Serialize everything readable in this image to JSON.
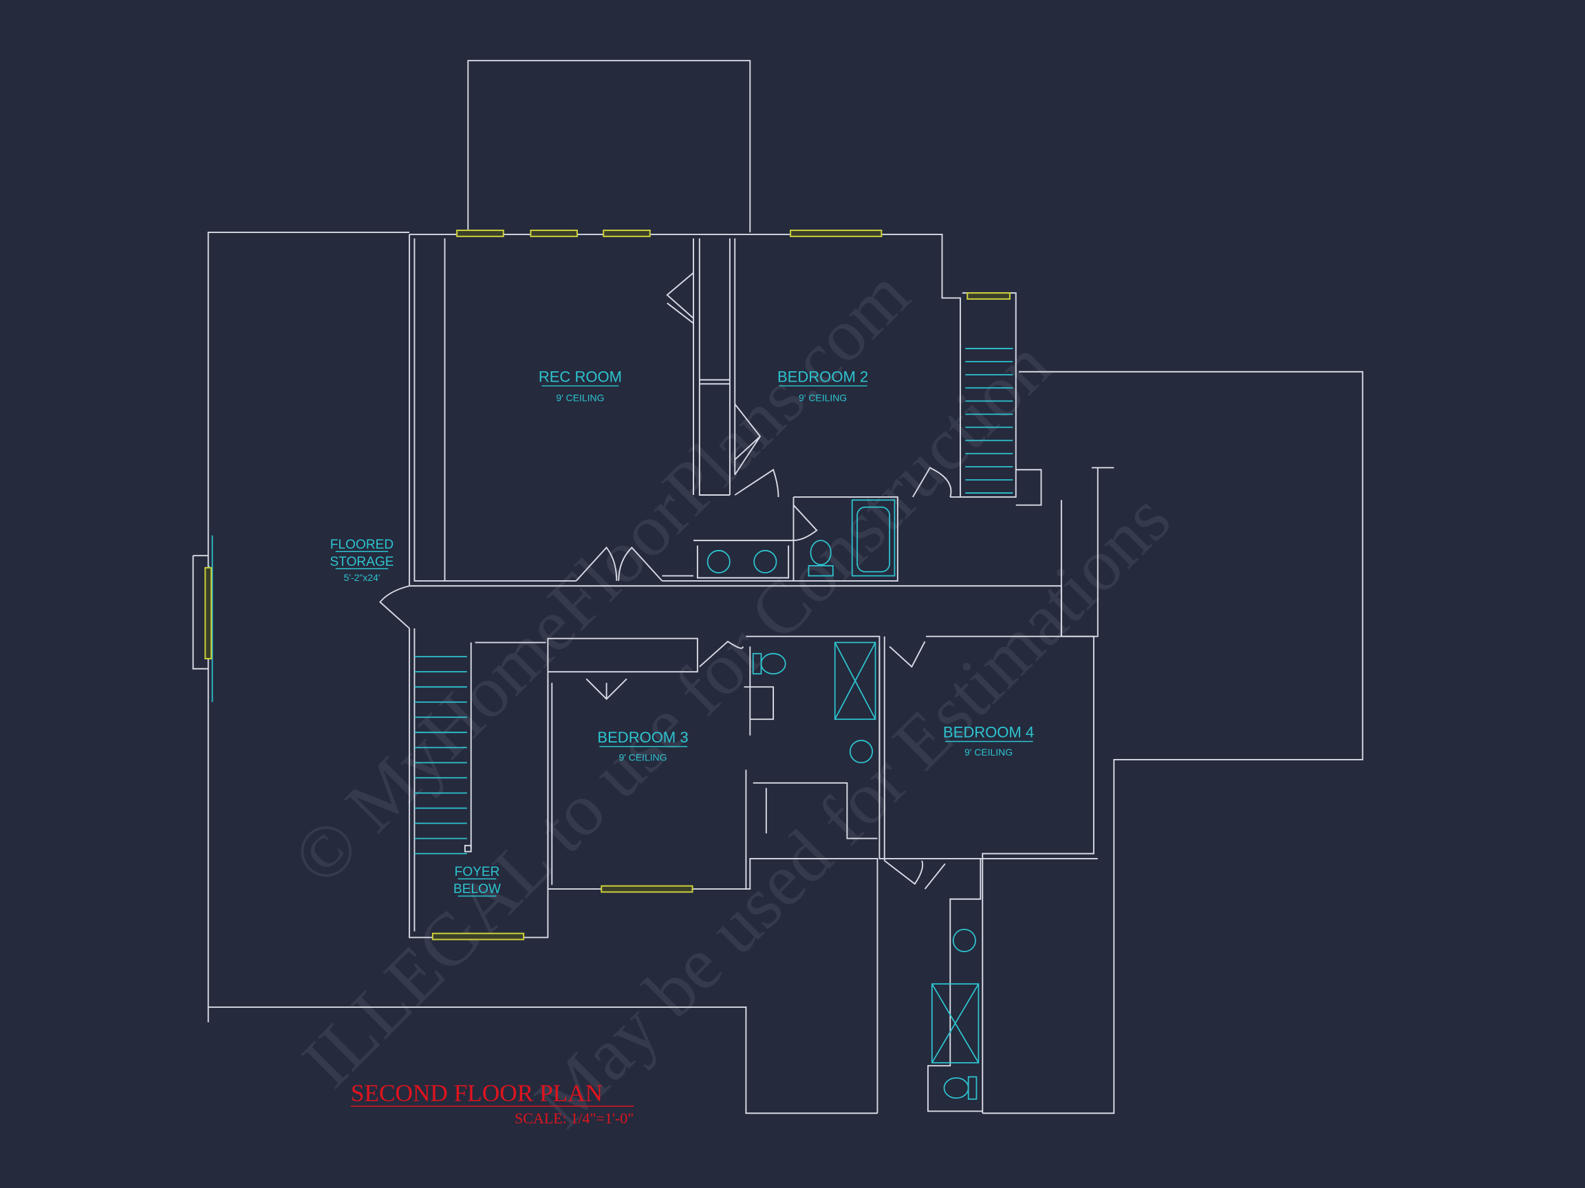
{
  "plan": {
    "title": "SECOND FLOOR PLAN",
    "scale": "SCALE: 1/4\"=1'-0\"",
    "colors": {
      "background": "#252a3d",
      "walls": "#d9dce6",
      "fixtures": "#2ec4cf",
      "windows": "#c9cd3a",
      "title": "#e0141e"
    },
    "rooms": [
      {
        "name": "REC ROOM",
        "ceiling": "9' CEILING"
      },
      {
        "name": "BEDROOM 2",
        "ceiling": "9' CEILING"
      },
      {
        "name": "BEDROOM 3",
        "ceiling": "9' CEILING"
      },
      {
        "name": "BEDROOM 4",
        "ceiling": "9' CEILING"
      }
    ],
    "storage": {
      "line1": "FLOORED",
      "line2": "STORAGE",
      "size": "5'-2\"x24'"
    },
    "foyer": {
      "line1": "FOYER",
      "line2": "BELOW"
    }
  },
  "watermark": {
    "line1": "© MyHomeFloorPlans.com",
    "line2": "ILLEGAL to use for Construction",
    "line3": "May be used for Estimations"
  }
}
